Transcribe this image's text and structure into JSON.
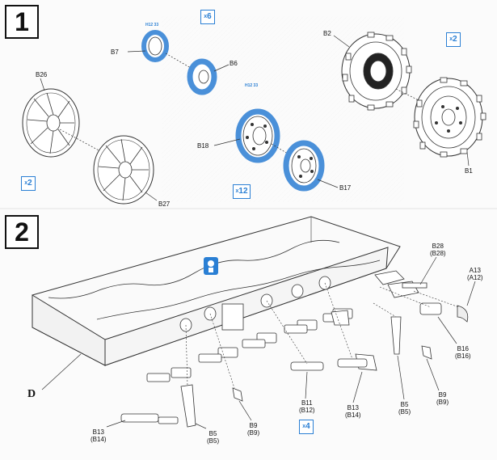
{
  "steps": {
    "one": "1",
    "two": "2"
  },
  "step1": {
    "labels": {
      "b7": "B7",
      "b6": "B6",
      "b2": "B2",
      "b1": "B1",
      "b26": "B26",
      "b27": "B27",
      "b18": "B18",
      "b17": "B17"
    },
    "qty": {
      "x6": "6",
      "x2_top": "2",
      "x2_left": "2",
      "x12": "12"
    },
    "paint_refs": {
      "p1": "H12 33",
      "p2": "H12 33"
    }
  },
  "step2": {
    "hull_label": "D",
    "labels": {
      "b28": "B28",
      "b28_alt": "(B28)",
      "a13": "A13",
      "a13_alt": "(A12)",
      "b16": "B16",
      "b16_alt": "(B16)",
      "b9_right": "B9",
      "b9_right_alt": "(B9)",
      "b5_right": "B5",
      "b5_right_alt": "(B5)",
      "b13_right": "B13",
      "b13_right_alt": "(B14)",
      "b11": "B11",
      "b11_alt": "(B12)",
      "b9_mid": "B9",
      "b9_mid_alt": "(B9)",
      "b5_left": "B5",
      "b5_left_alt": "(B5)",
      "b13_left": "B13",
      "b13_left_alt": "(B14)"
    },
    "qty": {
      "x4": "4"
    }
  },
  "colors": {
    "accent": "#2a7fd4",
    "line": "#333333",
    "ring": "#4a90d9"
  }
}
